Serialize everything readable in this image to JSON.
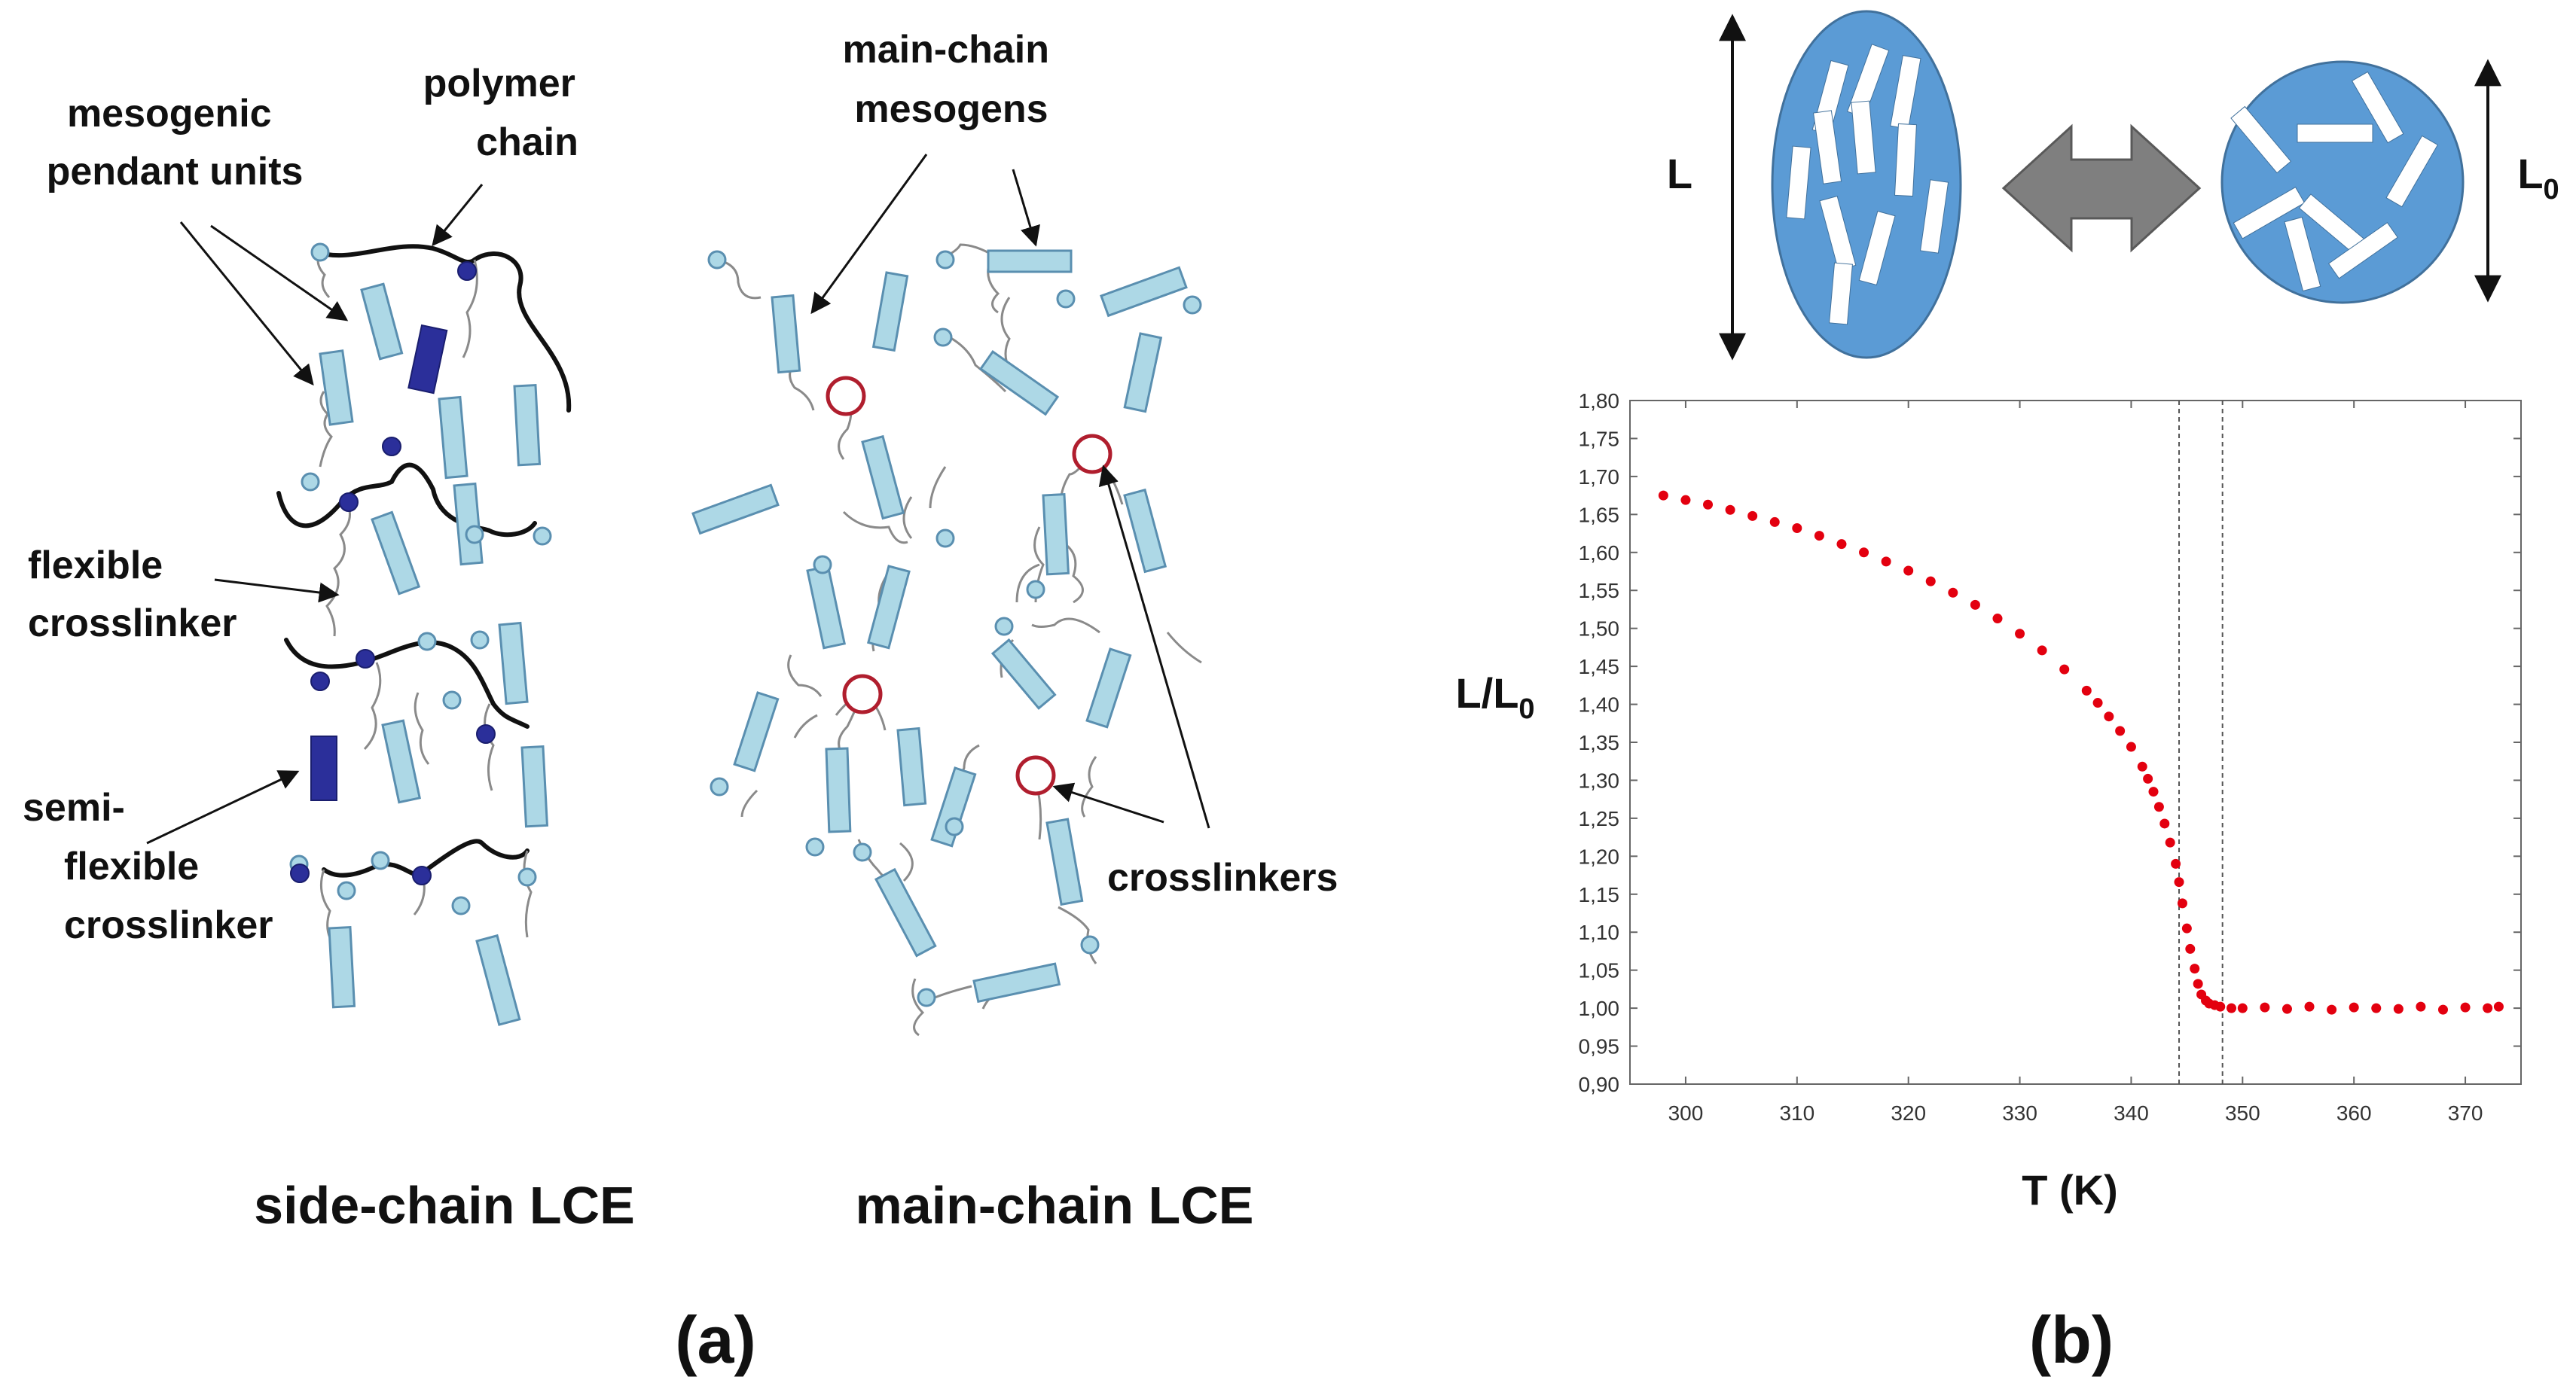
{
  "panel_a": {
    "labels": {
      "mesogenic": [
        "mesogenic",
        "pendant units"
      ],
      "polymer_chain": [
        "polymer",
        "chain"
      ],
      "flexible": [
        "flexible",
        "crosslinker"
      ],
      "semi": [
        "semi-",
        "flexible",
        "crosslinker"
      ],
      "main_mesogens": [
        "main-chain",
        "mesogens"
      ],
      "crosslinkers": "crosslinkers"
    },
    "side_chain_title": "side-chain LCE",
    "main_chain_title": "main-chain LCE",
    "panel_label": "(a)"
  },
  "panel_b": {
    "L_label": "L",
    "L0_label": "L",
    "L0_sub": "0",
    "panel_label": "(b)"
  },
  "colors": {
    "ellipse_fill": "#5b9bd5",
    "mesogen_light": "#add8e6",
    "mesogen_dark": "#2b2f9a",
    "crosslinker_ring": "#b01e2e",
    "data_points": "#e3000f",
    "double_arrow": "#7f7f7f"
  },
  "chart_data": {
    "type": "scatter",
    "xlabel": "T (K)",
    "ylabel": "L/L",
    "ylabel_sub": "0",
    "xlim": [
      295,
      375
    ],
    "ylim": [
      0.9,
      1.8
    ],
    "x_ticks": [
      300,
      310,
      320,
      330,
      340,
      350,
      360,
      370
    ],
    "x_tick_labels": [
      "300",
      "310",
      "320",
      "330",
      "340",
      "350",
      "360",
      "370"
    ],
    "y_ticks": [
      0.9,
      0.95,
      1.0,
      1.05,
      1.1,
      1.15,
      1.2,
      1.25,
      1.3,
      1.35,
      1.4,
      1.45,
      1.5,
      1.55,
      1.6,
      1.65,
      1.7,
      1.75,
      1.8
    ],
    "y_tick_labels": [
      "0,90",
      "0,95",
      "1,00",
      "1,05",
      "1,10",
      "1,15",
      "1,20",
      "1,25",
      "1,30",
      "1,35",
      "1,40",
      "1,45",
      "1,50",
      "1,55",
      "1,60",
      "1,65",
      "1,70",
      "1,75",
      "1,80"
    ],
    "vlines": [
      344.3,
      348.2
    ],
    "grid": false,
    "series": [
      {
        "x": [
          298,
          300,
          302,
          304,
          306,
          308,
          310,
          312,
          314,
          316,
          318,
          320,
          322,
          324,
          326,
          328,
          330,
          332,
          334,
          336,
          337,
          338,
          339,
          340,
          341,
          341.5,
          342,
          342.5,
          343,
          343.5,
          344,
          344.3,
          344.6,
          345,
          345.3,
          345.7,
          346,
          346.3,
          346.7,
          347,
          347.5,
          348,
          349,
          350,
          352,
          354,
          356,
          358,
          360,
          362,
          364,
          366,
          368,
          370,
          372,
          373
        ],
        "y": [
          1.675,
          1.669,
          1.663,
          1.656,
          1.648,
          1.64,
          1.632,
          1.622,
          1.611,
          1.6,
          1.588,
          1.576,
          1.562,
          1.547,
          1.531,
          1.513,
          1.493,
          1.471,
          1.446,
          1.418,
          1.402,
          1.384,
          1.365,
          1.344,
          1.318,
          1.302,
          1.285,
          1.265,
          1.243,
          1.218,
          1.19,
          1.166,
          1.138,
          1.105,
          1.078,
          1.052,
          1.032,
          1.018,
          1.01,
          1.006,
          1.004,
          1.002,
          1.0,
          1.0,
          1.001,
          0.999,
          1.002,
          0.998,
          1.001,
          1.0,
          0.999,
          1.002,
          0.998,
          1.001,
          1.0,
          1.002
        ]
      }
    ]
  }
}
